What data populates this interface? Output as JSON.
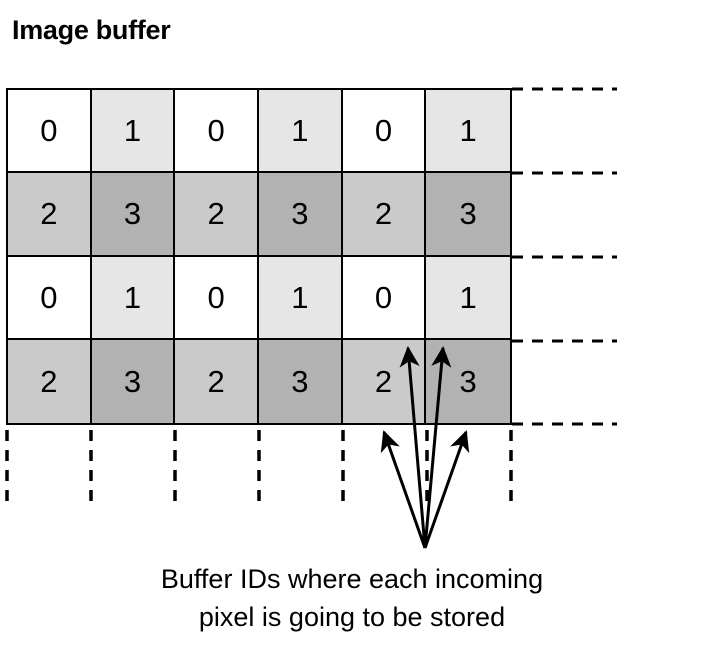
{
  "title": "Image buffer",
  "colors": {
    "background": "#ffffff",
    "stroke": "#000000",
    "value_0_fill": "#ffffff",
    "value_1_fill": "#e6e6e6",
    "value_2_fill": "#cacaca",
    "value_3_fill": "#b2b2b2"
  },
  "grid": {
    "rows": 4,
    "columns": 6,
    "cells": [
      [
        "0",
        "1",
        "0",
        "1",
        "0",
        "1"
      ],
      [
        "2",
        "3",
        "2",
        "3",
        "2",
        "3"
      ],
      [
        "0",
        "1",
        "0",
        "1",
        "0",
        "1"
      ],
      [
        "2",
        "3",
        "2",
        "3",
        "2",
        "3"
      ]
    ]
  },
  "guides": {
    "horizontal_dashed_count": 5,
    "vertical_dashed_count": 7,
    "note": "dashed lines indicate the buffer continues beyond the drawn region"
  },
  "arrows": {
    "count": 4,
    "origin_label": "converging point below grid"
  },
  "caption": {
    "line1": "Buffer IDs where each incoming",
    "line2": "pixel is going to be stored"
  }
}
